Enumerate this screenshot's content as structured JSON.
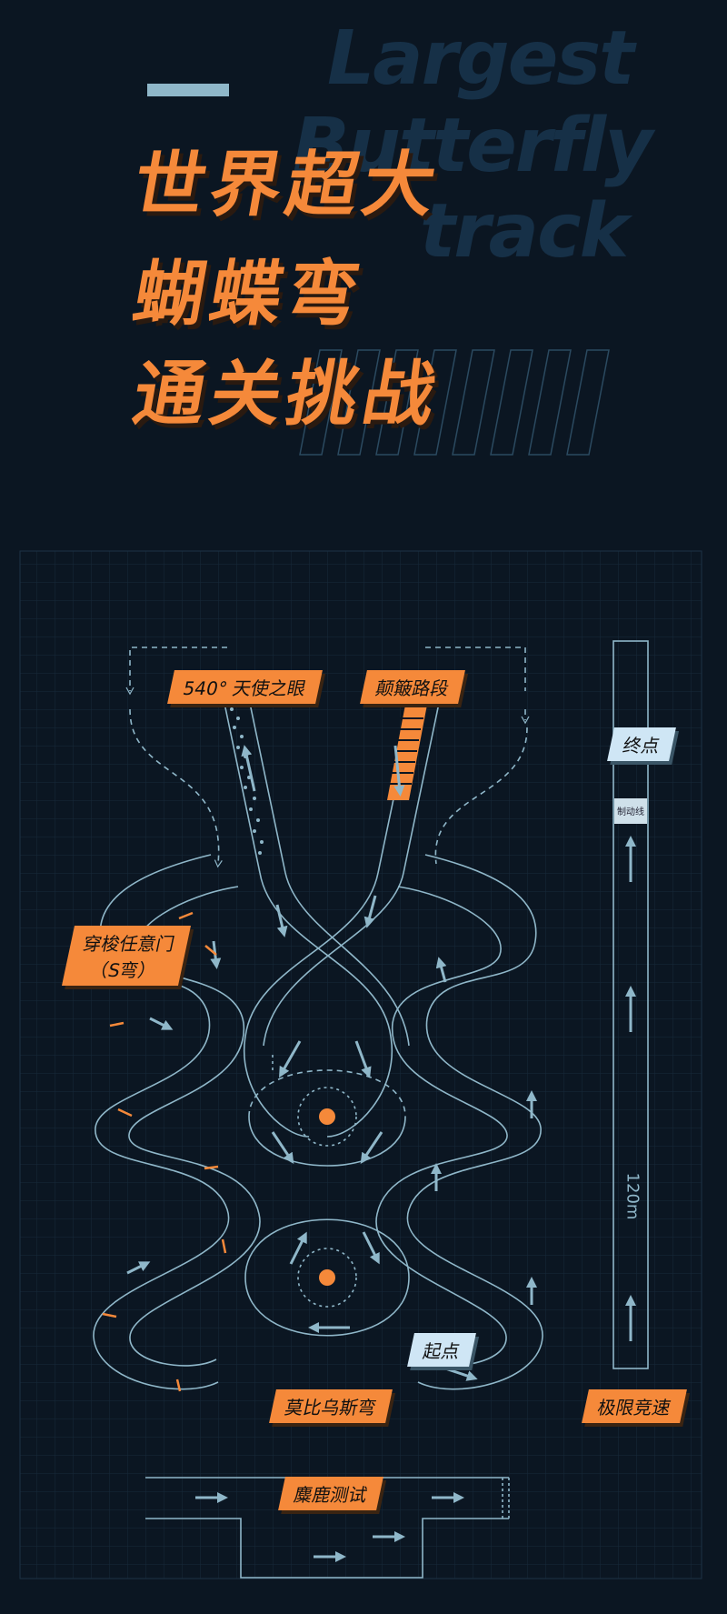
{
  "header": {
    "title_lines": [
      "世界超大",
      "蝴蝶弯",
      "通关挑战"
    ],
    "english_lines": [
      "Largest",
      "Butterfly",
      "track"
    ]
  },
  "track_labels": {
    "angel_eye": "540° 天使之眼",
    "bumpy": "颠簸路段",
    "s_curve_line1": "穿梭任意门",
    "s_curve_line2": "（S弯）",
    "finish": "终点",
    "brake_line": "制动线",
    "start": "起点",
    "mobius": "莫比乌斯弯",
    "extreme_speed": "极限竞速",
    "moose_test": "麋鹿测试",
    "distance": "120m"
  },
  "colors": {
    "background": "#0b1622",
    "accent_orange": "#f5893a",
    "track_line": "#8fb7c9",
    "label_blue": "#cfe6f5",
    "english_text": "#163047"
  },
  "icons": [
    "direction-arrow",
    "cone-marker",
    "center-dot"
  ]
}
